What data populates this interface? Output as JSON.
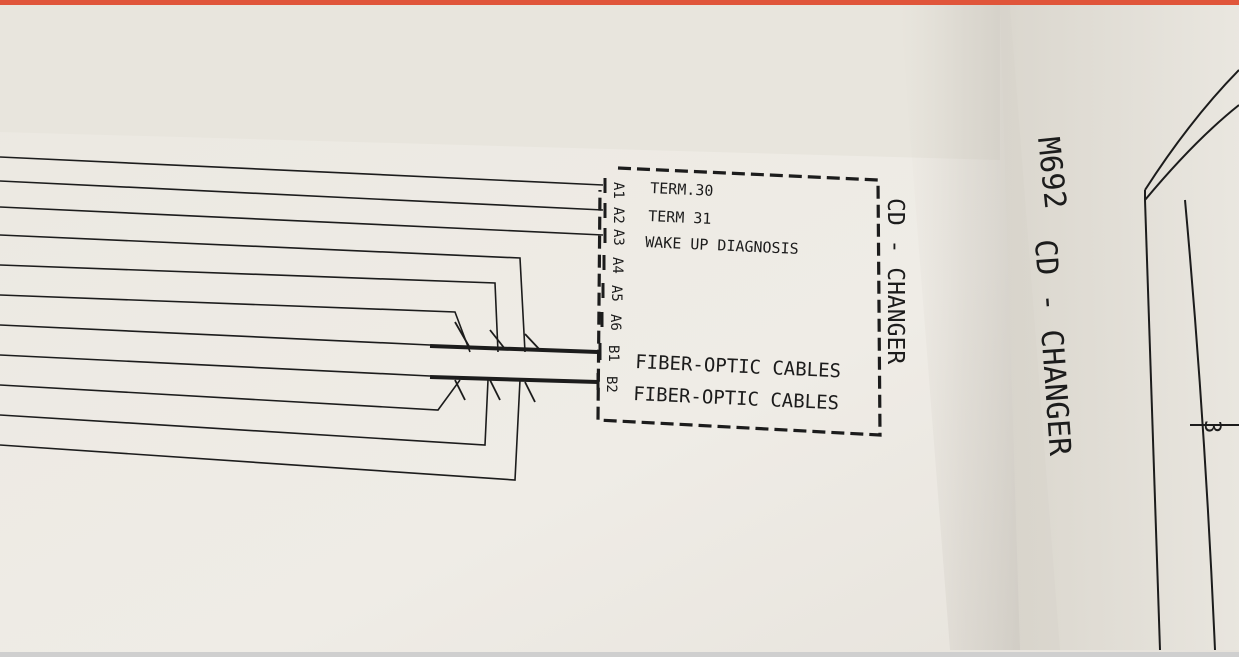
{
  "colors": {
    "accent_bar": "#e0553a",
    "paper": "#eeebe5",
    "ink": "#1c1c1c"
  },
  "connector": {
    "pins": [
      "A1",
      "A2",
      "A3",
      "A4",
      "A5",
      "A6",
      "B1",
      "B2"
    ],
    "signals": {
      "A1": "TERM.30",
      "A2": "TERM 31",
      "A3": "WAKE UP DIAGNOSIS",
      "B1": "FIBER-OPTIC CABLES",
      "B2": "FIBER-OPTIC CABLES"
    },
    "box_label": "CD - CHANGER"
  },
  "component": {
    "code": "M692",
    "title": "CD - CHANGER",
    "sheet_number": "3"
  }
}
